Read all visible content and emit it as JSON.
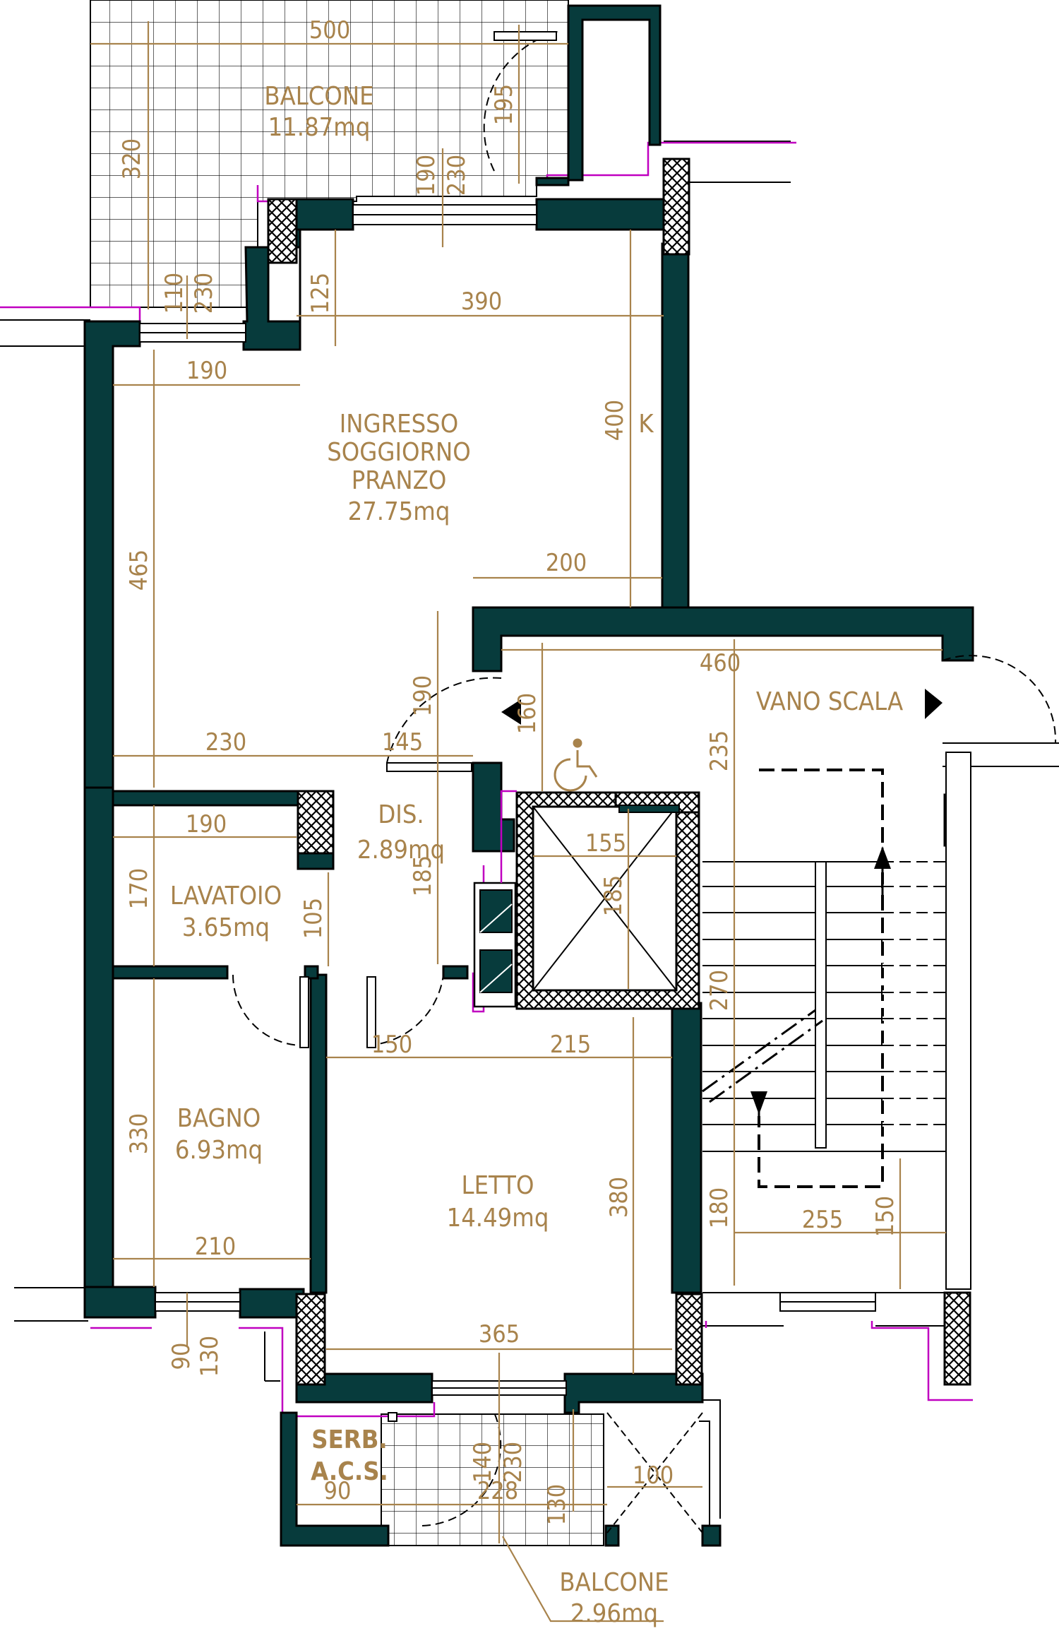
{
  "rooms": {
    "balcone_top": {
      "name": "BALCONE",
      "area": "11.87mq"
    },
    "soggiorno": {
      "line1": "INGRESSO",
      "line2": "SOGGIORNO",
      "line3": "PRANZO",
      "area": "27.75mq"
    },
    "vano_scala": {
      "name": "VANO SCALA"
    },
    "dis": {
      "name": "DIS.",
      "area": "2.89mq"
    },
    "lavatoio": {
      "name": "LAVATOIO",
      "area": "3.65mq"
    },
    "bagno": {
      "name": "BAGNO",
      "area": "6.93mq"
    },
    "letto": {
      "name": "LETTO",
      "area": "14.49mq"
    },
    "balcone_bottom": {
      "name": "BALCONE",
      "area": "2.96mq"
    },
    "serb": {
      "line1": "SERB.",
      "line2": "A.C.S."
    }
  },
  "dimensions": {
    "d500": "500",
    "d320": "320",
    "d195": "195",
    "d190_win_top": "190",
    "d230_win_top": "230",
    "d110": "110",
    "d230_win_left": "230",
    "d125": "125",
    "d390": "390",
    "d190_soggiorno": "190",
    "d400": "400",
    "d465": "465",
    "d200": "200",
    "d460": "460",
    "d160": "160",
    "d190_door": "190",
    "d235": "235",
    "d230_lav": "230",
    "d145": "145",
    "d190_lav": "190",
    "d155": "155",
    "d170": "170",
    "d185_dis": "185",
    "d185_lift": "185",
    "d105": "105",
    "d270": "270",
    "d150_letto": "150",
    "d215": "215",
    "d330": "330",
    "d380": "380",
    "d180": "180",
    "d255": "255",
    "d150_stair": "150",
    "d210": "210",
    "d90_win": "90",
    "d130_win": "130",
    "d365": "365",
    "d140": "140",
    "d230_bot": "230",
    "d130_bot": "130",
    "d90_serb": "90",
    "d228": "228",
    "d100": "100"
  },
  "marks": {
    "k": "K"
  },
  "colors": {
    "wall": "#073b3c",
    "dimension": "#a8834c",
    "outline": "#c000c0"
  }
}
